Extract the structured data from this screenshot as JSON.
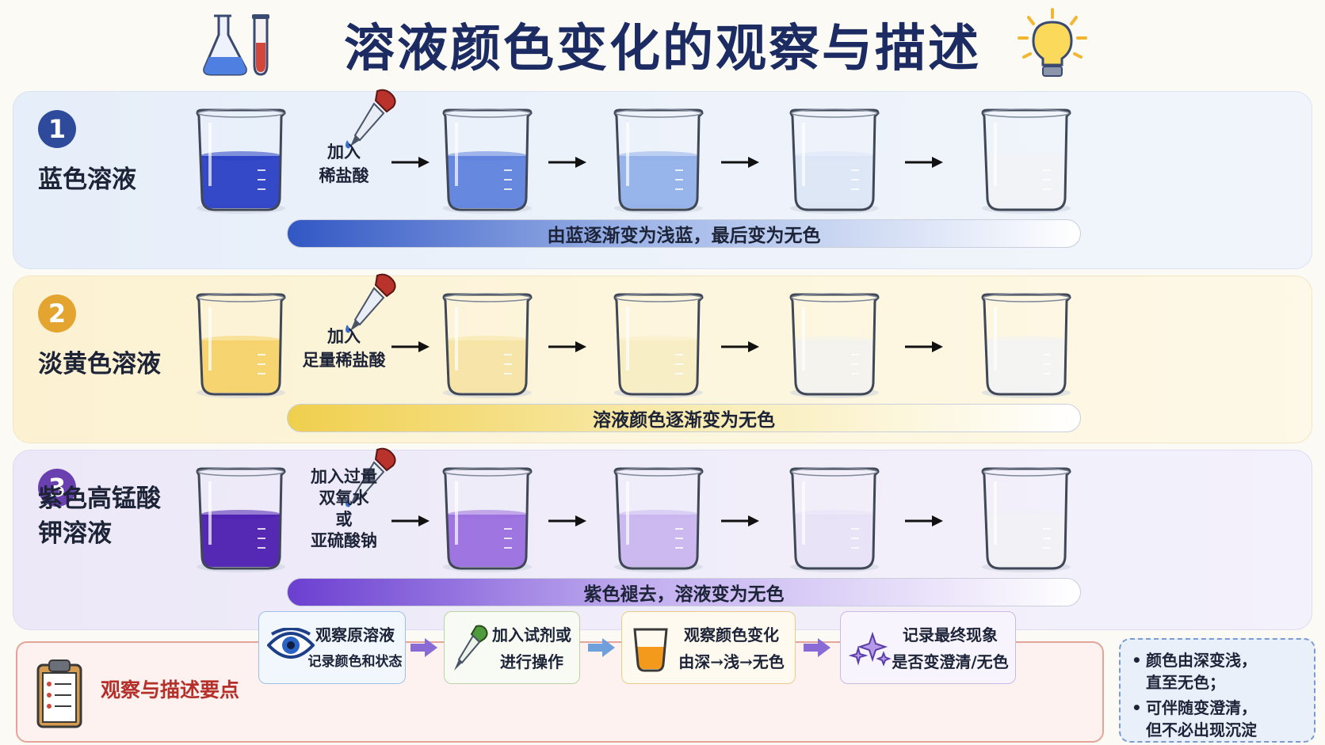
{
  "title": "溶液颜色变化的观察与描述",
  "rows": [
    {
      "num": "1",
      "label_lines": [
        "蓝色溶液"
      ],
      "add_lines": [
        "加入",
        "稀盐酸"
      ],
      "bar_text": "由蓝逐渐变为浅蓝，最后变为无色",
      "accent": "#2e4a9a",
      "liquids": [
        "#2a3fc4",
        "#5f82dd",
        "#94b1ea",
        "#dbe6f6",
        "#f0f2f6"
      ],
      "bar_gradient": [
        "#3257c4",
        "#9fb6e8",
        "#ffffff"
      ]
    },
    {
      "num": "2",
      "label_lines": [
        "淡黄色溶液"
      ],
      "add_lines": [
        "加入",
        "足量稀盐酸"
      ],
      "bar_text": "溶液颜色逐渐变为无色",
      "accent": "#e3a430",
      "liquids": [
        "#f6d269",
        "#f7e3a5",
        "#f8edc4",
        "#f3f2ee",
        "#f3f3f3"
      ],
      "bar_gradient": [
        "#f0cf4d",
        "#f8e9a8",
        "#ffffff"
      ]
    },
    {
      "num": "3",
      "label_lines": [
        "紫色高锰酸",
        "钾溶液"
      ],
      "add_lines": [
        "加入过量",
        "双氧水",
        "或",
        "亚硫酸钠"
      ],
      "bar_text": "紫色褪去，溶液变为无色",
      "accent": "#6a3fb0",
      "liquids": [
        "#4d1fb0",
        "#9a6fdf",
        "#c9b6ee",
        "#e7e2f5",
        "#f1f0f6"
      ],
      "bar_gradient": [
        "#6b3fd0",
        "#c2aef0",
        "#ffffff"
      ]
    }
  ],
  "bottom": {
    "title": "观察与描述要点",
    "steps": [
      {
        "lines": [
          "观察原溶液",
          "记录颜色和状态"
        ],
        "icon": "eye-icon"
      },
      {
        "lines": [
          "加入试剂或",
          "进行操作"
        ],
        "icon": "dropper-icon"
      },
      {
        "lines": [
          "观察颜色变化",
          "由深→浅→无色"
        ],
        "icon": "beaker-icon"
      },
      {
        "lines": [
          "记录最终现象",
          "是否变澄清/无色"
        ],
        "icon": "sparkle-icon"
      }
    ]
  },
  "notes": [
    {
      "lines": [
        "颜色由深变浅，",
        "直至无色；"
      ]
    },
    {
      "lines": [
        "可伴随变澄清，",
        "但不必出现沉淀"
      ]
    }
  ]
}
